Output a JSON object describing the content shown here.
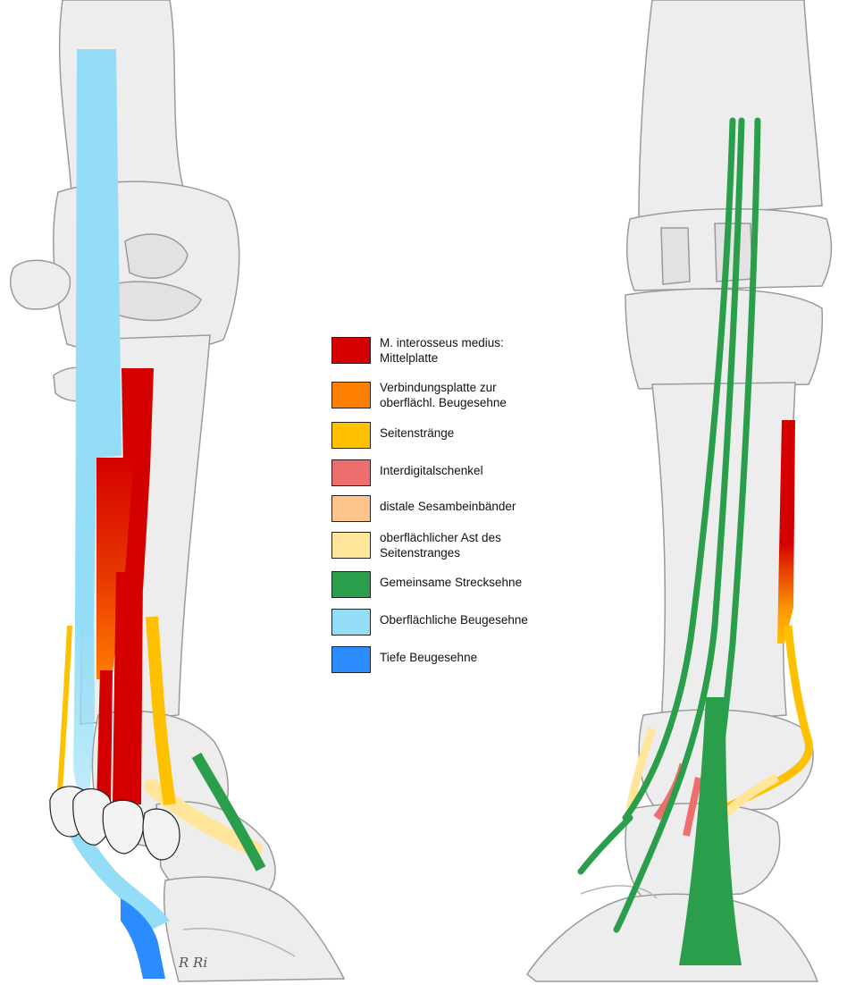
{
  "legend": [
    {
      "id": "mittelplatte",
      "label": "M. interosseus medius:\nMittelplatte",
      "color": "#D40000"
    },
    {
      "id": "verbindungsplatte",
      "label": "Verbindungsplatte zur\noberflächl. Beugesehne",
      "color": "#FF7F00"
    },
    {
      "id": "seitenstraenge",
      "label": "Seitenstränge",
      "color": "#FFC000"
    },
    {
      "id": "interdigitalschenkel",
      "label": "Interdigitalschenkel",
      "color": "#EE6E6E"
    },
    {
      "id": "sesambeinbaender",
      "label": "distale Sesambeinbänder",
      "color": "#FFC48E"
    },
    {
      "id": "oberflaechlicher-ast",
      "label": "oberflächlicher Ast des\nSeitenstranges",
      "color": "#FFE69A"
    },
    {
      "id": "strecksehne",
      "label": "Gemeinsame Strecksehne",
      "color": "#2A9E4A"
    },
    {
      "id": "oberfl-beugesehne",
      "label": "Oberflächliche Beugesehne",
      "color": "#93DDF7"
    },
    {
      "id": "tiefe-beugesehne",
      "label": "Tiefe Beugesehne",
      "color": "#2B8CFF"
    }
  ],
  "signature": "R Ri",
  "colors": {
    "bone": "#EDEDED",
    "bone_stroke": "#9A9A9A",
    "bone_shade": "#C8C8C8"
  }
}
